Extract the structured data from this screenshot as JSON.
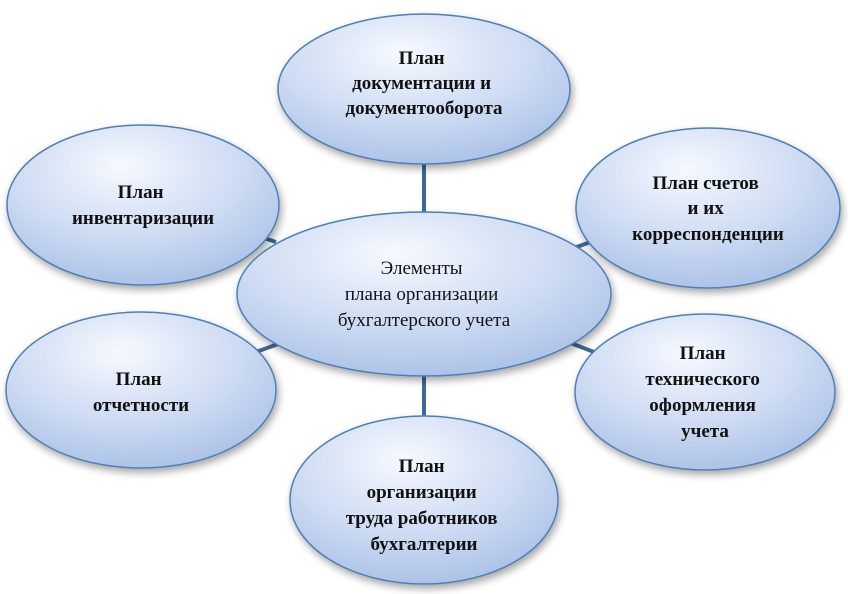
{
  "colors": {
    "ellipse_light": "#f6f9ff",
    "ellipse_dark": "#a7bfe6",
    "ellipse_border": "#4f7fb3",
    "connector": "#3d6a94",
    "text": "#111111"
  },
  "center": {
    "lines": [
      "Элементы",
      "плана организации",
      "бухгалтерского учета"
    ]
  },
  "nodes": {
    "documentation": {
      "lines": [
        "План",
        "документации и",
        "документооборота"
      ]
    },
    "accounts": {
      "lines": [
        "План счетов",
        "и их",
        "корреспонденции"
      ]
    },
    "technical": {
      "lines": [
        "План",
        "технического",
        "оформления",
        "учета"
      ]
    },
    "labor": {
      "lines": [
        "План",
        "организации",
        "труда работников",
        "бухгалтерии"
      ]
    },
    "reporting": {
      "lines": [
        "План",
        "отчетности"
      ]
    },
    "inventory": {
      "lines": [
        "План",
        "инвентаризации"
      ]
    }
  }
}
